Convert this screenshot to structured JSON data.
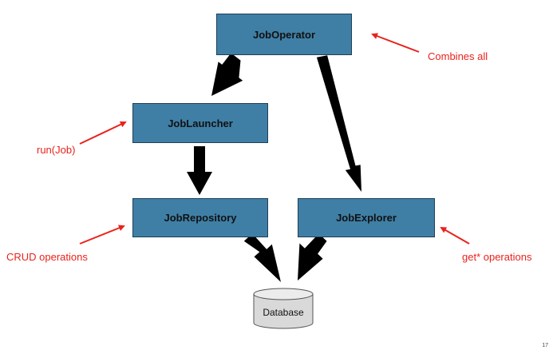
{
  "boxes": {
    "job_operator": "JobOperator",
    "job_launcher": "JobLauncher",
    "job_repository": "JobRepository",
    "job_explorer": "JobExplorer"
  },
  "database_label": "Database",
  "annotations": {
    "combines_all": "Combines all",
    "run_job": "run(Job)",
    "crud_operations": "CRUD operations",
    "get_operations": "get* operations"
  },
  "page_number": "17",
  "colors": {
    "box_fill": "#3f7fa6",
    "annotation": "#e8231c",
    "flow_arrow": "#000000",
    "database_fill": "#d9d9d9"
  }
}
